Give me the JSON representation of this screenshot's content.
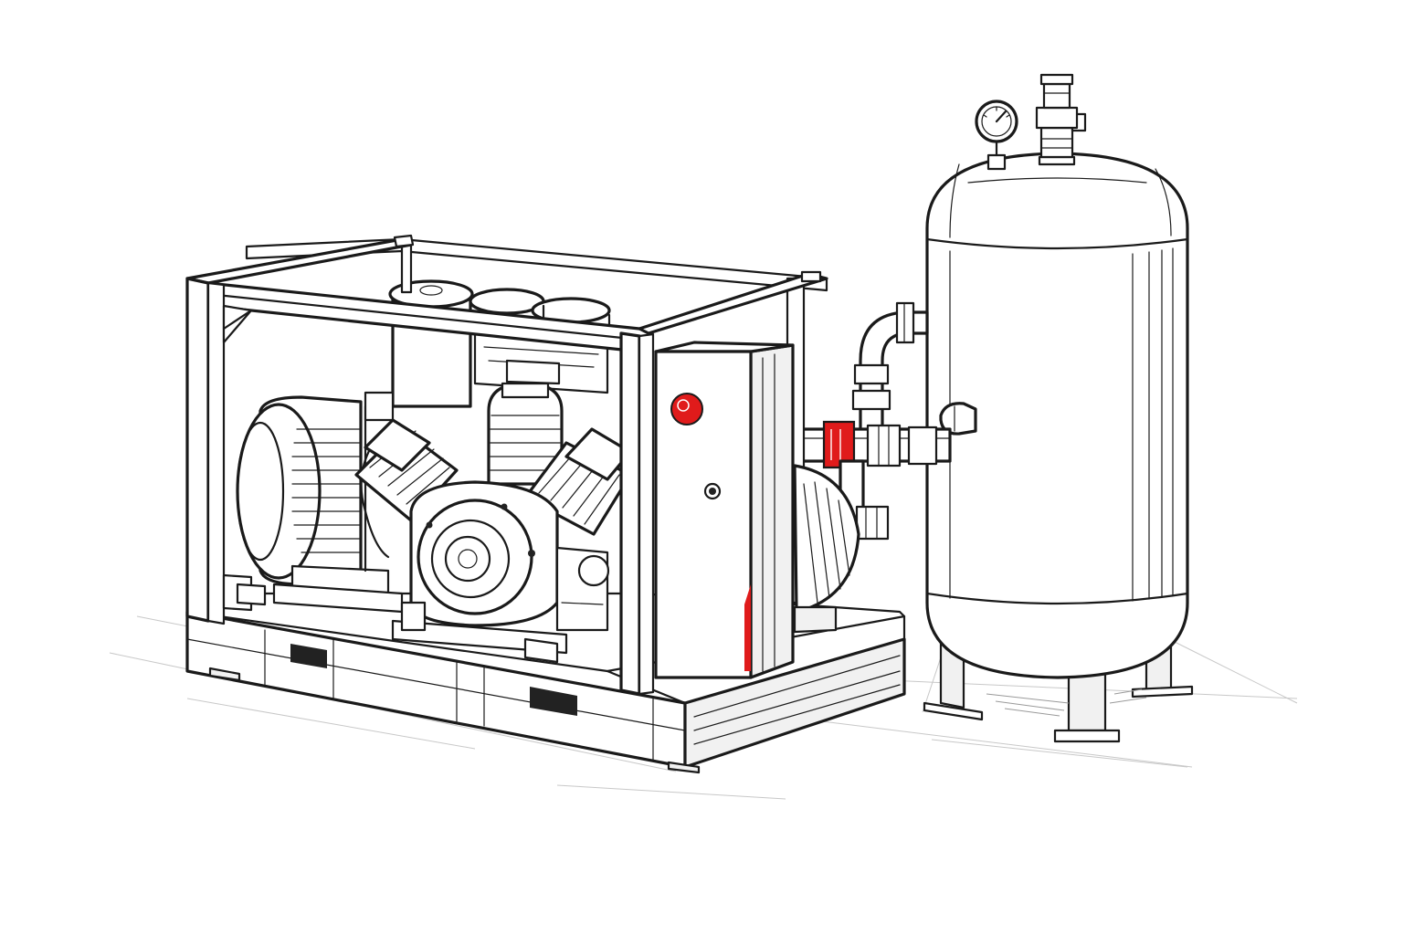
{
  "illustration": {
    "style": "line-art technical sketch",
    "colors": {
      "ink": "#1a1a1a",
      "accent": "#e01b1b",
      "background": "#ffffff",
      "shade": "#f1f1f1"
    },
    "components": [
      "electric-motor",
      "v-twin-compressor-pump",
      "intake-filters",
      "steel-frame",
      "wooden-skid",
      "control-cabinet",
      "connecting-pipework",
      "vertical-air-receiver-tank",
      "pressure-gauge",
      "safety-valve"
    ],
    "accent_elements": [
      "emergency-stop-button",
      "pipe-coupling",
      "cabinet-edge-stripe"
    ]
  }
}
